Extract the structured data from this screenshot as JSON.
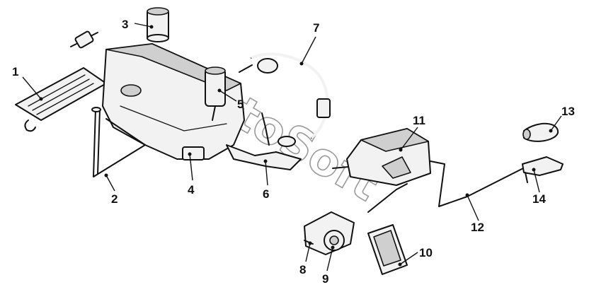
{
  "diagram": {
    "watermark": "AutoSoft",
    "callouts": [
      {
        "id": "1",
        "label": "1"
      },
      {
        "id": "2",
        "label": "2"
      },
      {
        "id": "3",
        "label": "3"
      },
      {
        "id": "4",
        "label": "4"
      },
      {
        "id": "5",
        "label": "5"
      },
      {
        "id": "6",
        "label": "6"
      },
      {
        "id": "7",
        "label": "7"
      },
      {
        "id": "8",
        "label": "8"
      },
      {
        "id": "9",
        "label": "9"
      },
      {
        "id": "10",
        "label": "10"
      },
      {
        "id": "11",
        "label": "11"
      },
      {
        "id": "12",
        "label": "12"
      },
      {
        "id": "13",
        "label": "13"
      },
      {
        "id": "14",
        "label": "14"
      }
    ]
  }
}
